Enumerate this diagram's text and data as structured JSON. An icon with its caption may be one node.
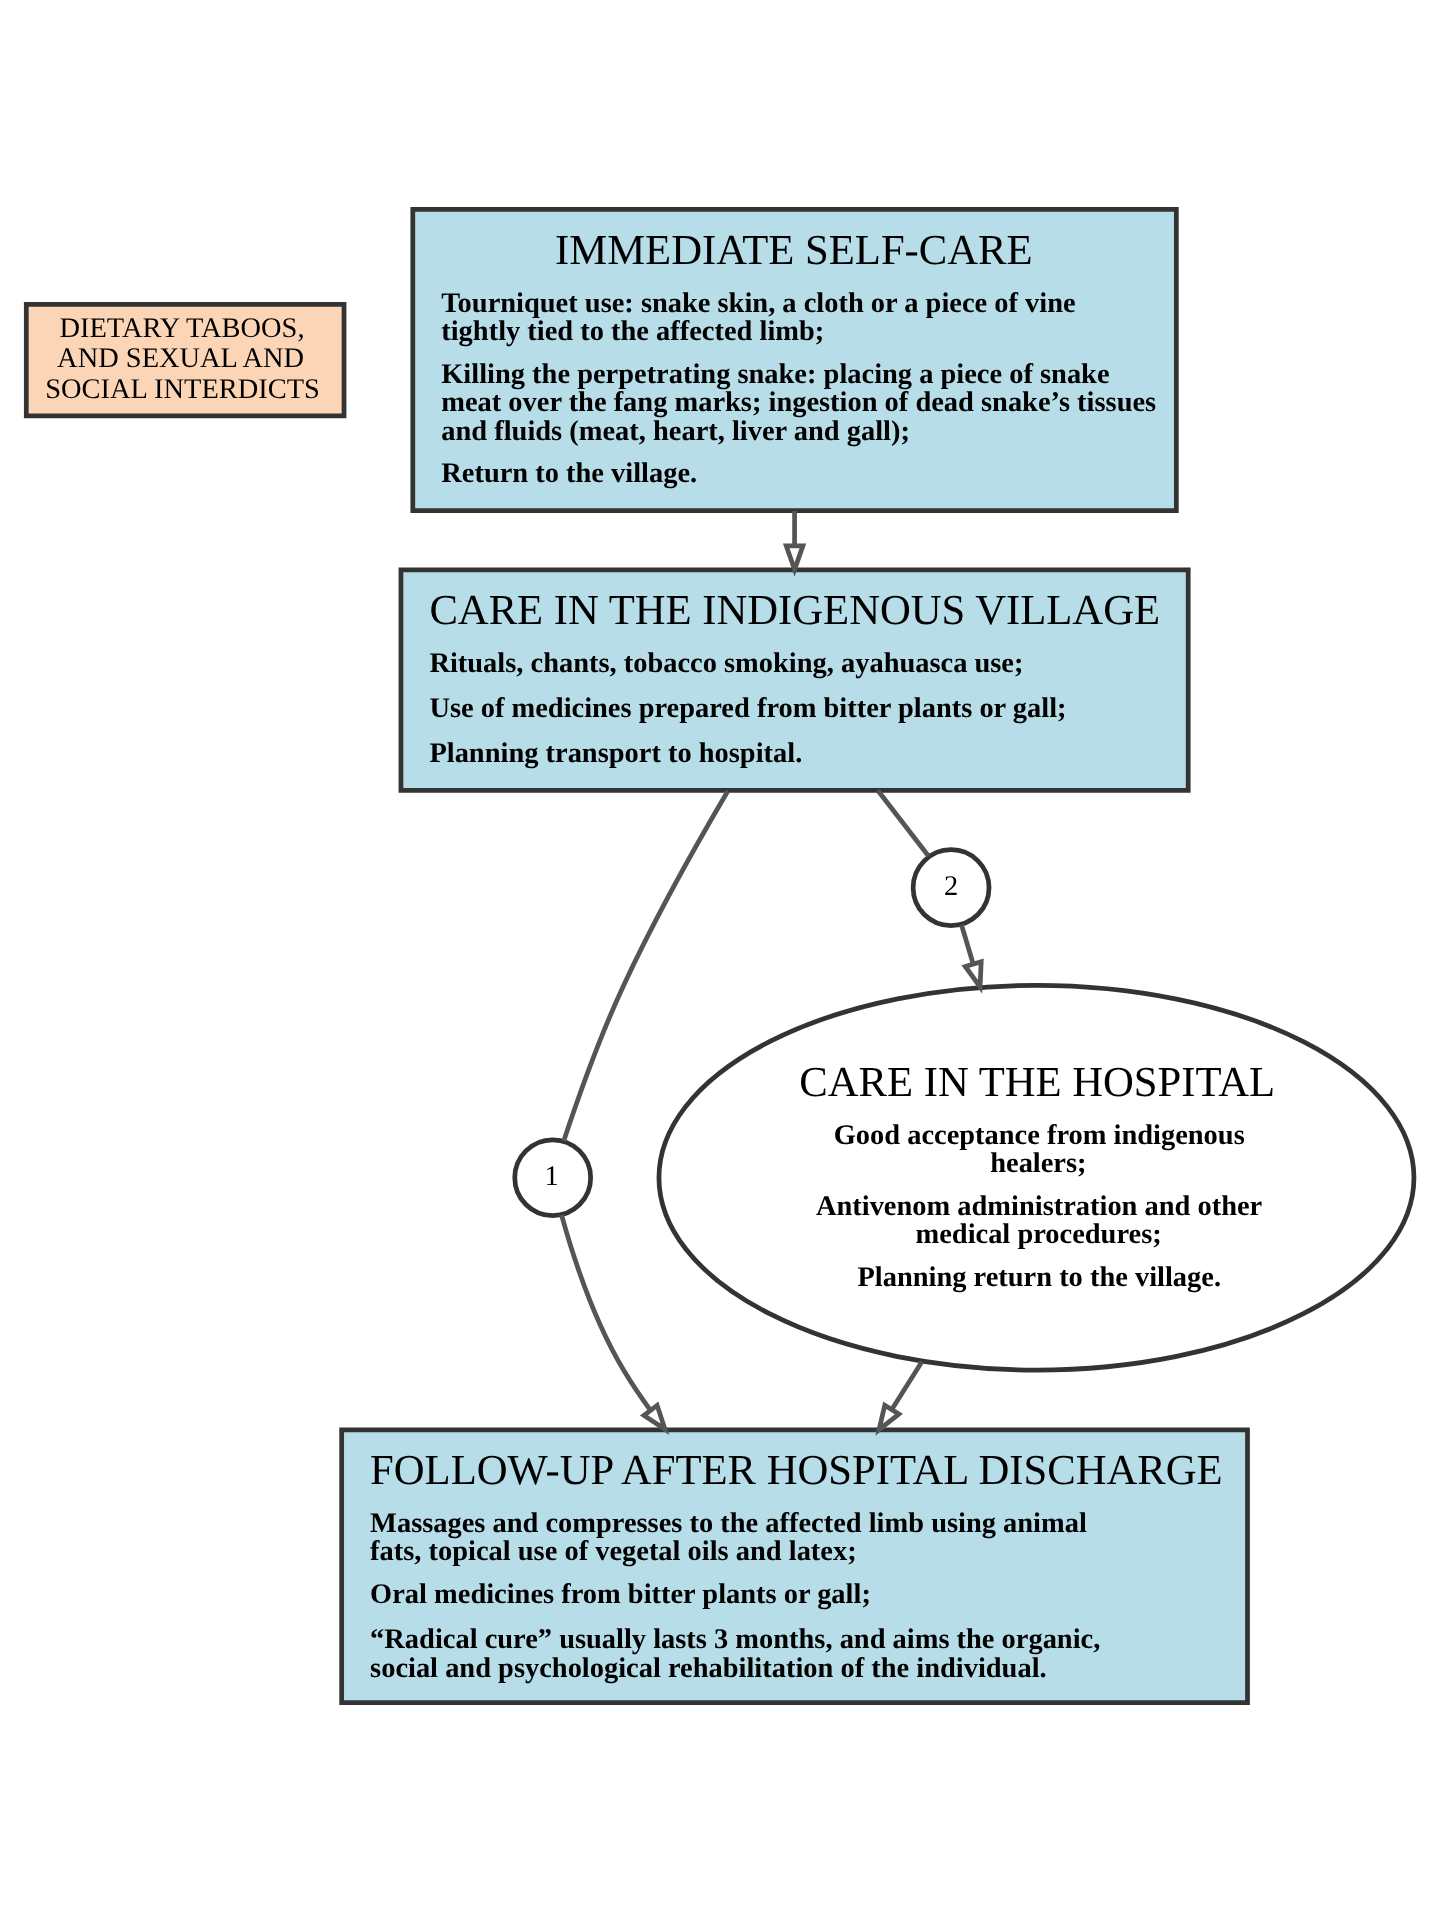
{
  "diagram": {
    "nodes": [
      {
        "text": [
          "DIETARY TABOOS, AND SEXUAL AND SOCIAL INTERDICTS"
        ]
      },
      {
        "text": [
          "IMMEDIATE SELF-CARE",
          "Tourniquet use: snake skin, a cloth or a piece of vine tightly tied to the affected limb;",
          "Killing the perpetrating snake: placing a piece of snake meat over the fang marks; ingestion of dead snake’s tissues and fluids (meat, heart, liver and gall);",
          "Return to the village."
        ]
      },
      {
        "text": [
          "CARE IN THE INDIGENOUS VILLAGE",
          "Rituals, chants, tobacco smoking, ayahuasca use;",
          "Use of medicines prepared from bitter plants or gall;",
          "Planning transport to hospital."
        ]
      },
      {
        "text": [
          "1"
        ]
      },
      {
        "text": [
          "2"
        ]
      },
      {
        "text": [
          "CARE IN THE HOSPITAL",
          "Good acceptance from indigenous healers;",
          "Antivenom administration and other medical procedures;",
          "Planning return to the village."
        ]
      },
      {
        "text": [
          "FOLLOW-UP AFTER HOSPITAL DISCHARGE",
          "Massages and compresses to the affected limb using animal fats, topical use of vegetal oils and latex;",
          "Oral medicines from bitter plants or gall;",
          "“Radical cure” usually lasts 3 months, and aims the organic, social and psychological rehabilitation of the individual."
        ]
      }
    ],
    "edges": [
      {
        "from": 1,
        "to": 2,
        "arrow": "to"
      },
      {
        "from": 2,
        "to": 3,
        "arrow": "none"
      },
      {
        "from": 3,
        "to": 6,
        "arrow": "to"
      },
      {
        "from": 2,
        "to": 4,
        "arrow": "none"
      },
      {
        "from": 4,
        "to": 5,
        "arrow": "to"
      },
      {
        "from": 5,
        "to": 6,
        "arrow": "to"
      }
    ]
  }
}
